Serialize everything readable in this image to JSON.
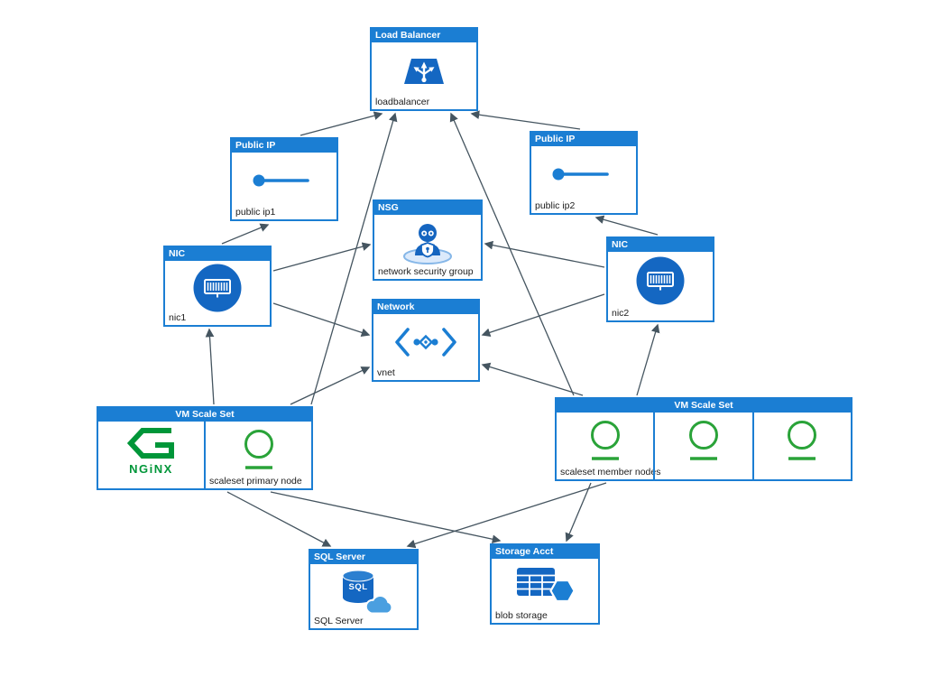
{
  "diagram": {
    "colors": {
      "node_border": "#1b7ed3",
      "header_background": "#1b7ed3",
      "header_text": "#ffffff",
      "icon_blue": "#1467c2",
      "light_blue": "#4a9fe0",
      "nginx_green": "#009639",
      "node_green": "#2aa339",
      "edge": "#455560"
    },
    "nodes": {
      "loadbalancer": {
        "header": "Load Balancer",
        "label": "loadbalancer",
        "icon": "load-balancer-icon"
      },
      "public_ip1": {
        "header": "Public IP",
        "label": "public ip1",
        "icon": "public-ip-icon"
      },
      "public_ip2": {
        "header": "Public IP",
        "label": "public ip2",
        "icon": "public-ip-icon"
      },
      "nsg": {
        "header": "NSG",
        "label": "network security group",
        "icon": "network-security-group-icon"
      },
      "nic1": {
        "header": "NIC",
        "label": "nic1",
        "icon": "nic-icon"
      },
      "nic2": {
        "header": "NIC",
        "label": "nic2",
        "icon": "nic-icon"
      },
      "vnet": {
        "header": "Network",
        "label": "vnet",
        "icon": "virtual-network-icon"
      },
      "vmss_primary": {
        "header": "VM Scale Set",
        "label": "scaleset primary node",
        "logo_text": "NGiNX",
        "icons": [
          "nginx-logo-icon",
          "vm-node-icon"
        ]
      },
      "vmss_members": {
        "header": "VM Scale Set",
        "label": "scaleset member nodes",
        "icons": [
          "vm-node-icon",
          "vm-node-icon",
          "vm-node-icon"
        ]
      },
      "sql_server": {
        "header": "SQL Server",
        "label": "SQL Server",
        "icon": "sql-server-icon",
        "icon_text": "SQL"
      },
      "blob_storage": {
        "header": "Storage Acct",
        "label": "blob storage",
        "icon": "blob-storage-icon"
      }
    },
    "edges": [
      {
        "from": "public_ip1",
        "to": "loadbalancer"
      },
      {
        "from": "public_ip2",
        "to": "loadbalancer"
      },
      {
        "from": "nic1",
        "to": "public_ip1"
      },
      {
        "from": "nic2",
        "to": "public_ip2"
      },
      {
        "from": "nic1",
        "to": "nsg"
      },
      {
        "from": "nic2",
        "to": "nsg"
      },
      {
        "from": "nic1",
        "to": "vnet"
      },
      {
        "from": "nic2",
        "to": "vnet"
      },
      {
        "from": "vmss_primary",
        "to": "nic1"
      },
      {
        "from": "vmss_members",
        "to": "nic2"
      },
      {
        "from": "vmss_primary",
        "to": "vnet"
      },
      {
        "from": "vmss_members",
        "to": "vnet"
      },
      {
        "from": "vmss_primary",
        "to": "loadbalancer"
      },
      {
        "from": "vmss_members",
        "to": "loadbalancer"
      },
      {
        "from": "vmss_primary",
        "to": "sql_server"
      },
      {
        "from": "vmss_primary",
        "to": "blob_storage"
      },
      {
        "from": "vmss_members",
        "to": "sql_server"
      },
      {
        "from": "vmss_members",
        "to": "blob_storage"
      }
    ]
  }
}
